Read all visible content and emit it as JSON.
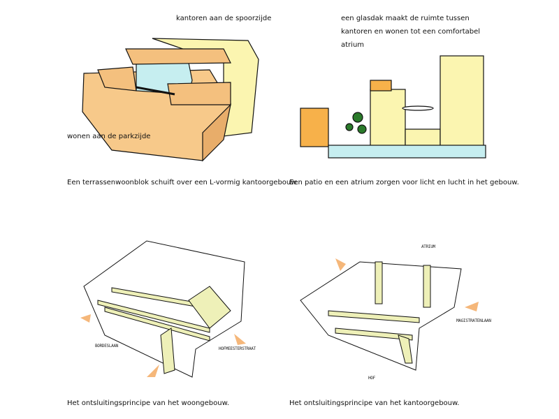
{
  "panel1": {
    "label_top": "kantoren aan de spoorzijde",
    "label_bottom": "wonen aan de parkzijde",
    "caption": "Een terrassenwoonblok schuift over een L-vormig kantoorgebouw."
  },
  "panel2": {
    "label_lines": [
      "een glasdak maakt de ruimte tussen",
      "kantoren en wonen tot een comfortabel",
      "atrium"
    ],
    "caption": "Een patio en een atrium zorgen voor licht en lucht in het gebouw."
  },
  "panel3": {
    "labels": [
      "BORDESLAAN",
      "HOFMEESTERSTRAAT"
    ],
    "caption": "Het ontsluitingsprincipe van het woongebouw."
  },
  "panel4": {
    "labels": [
      "ATRIUM",
      "MAGISTRATENLAAN",
      "HOF"
    ],
    "caption": "Het ontsluitingsprincipe van het kantoorgebouw."
  },
  "colors": {
    "orange": "#f7c98a",
    "yellow": "#fbf5b0",
    "cyan": "#c6eef0",
    "arrow": "#f5b77a",
    "route": "#eef0b8"
  }
}
